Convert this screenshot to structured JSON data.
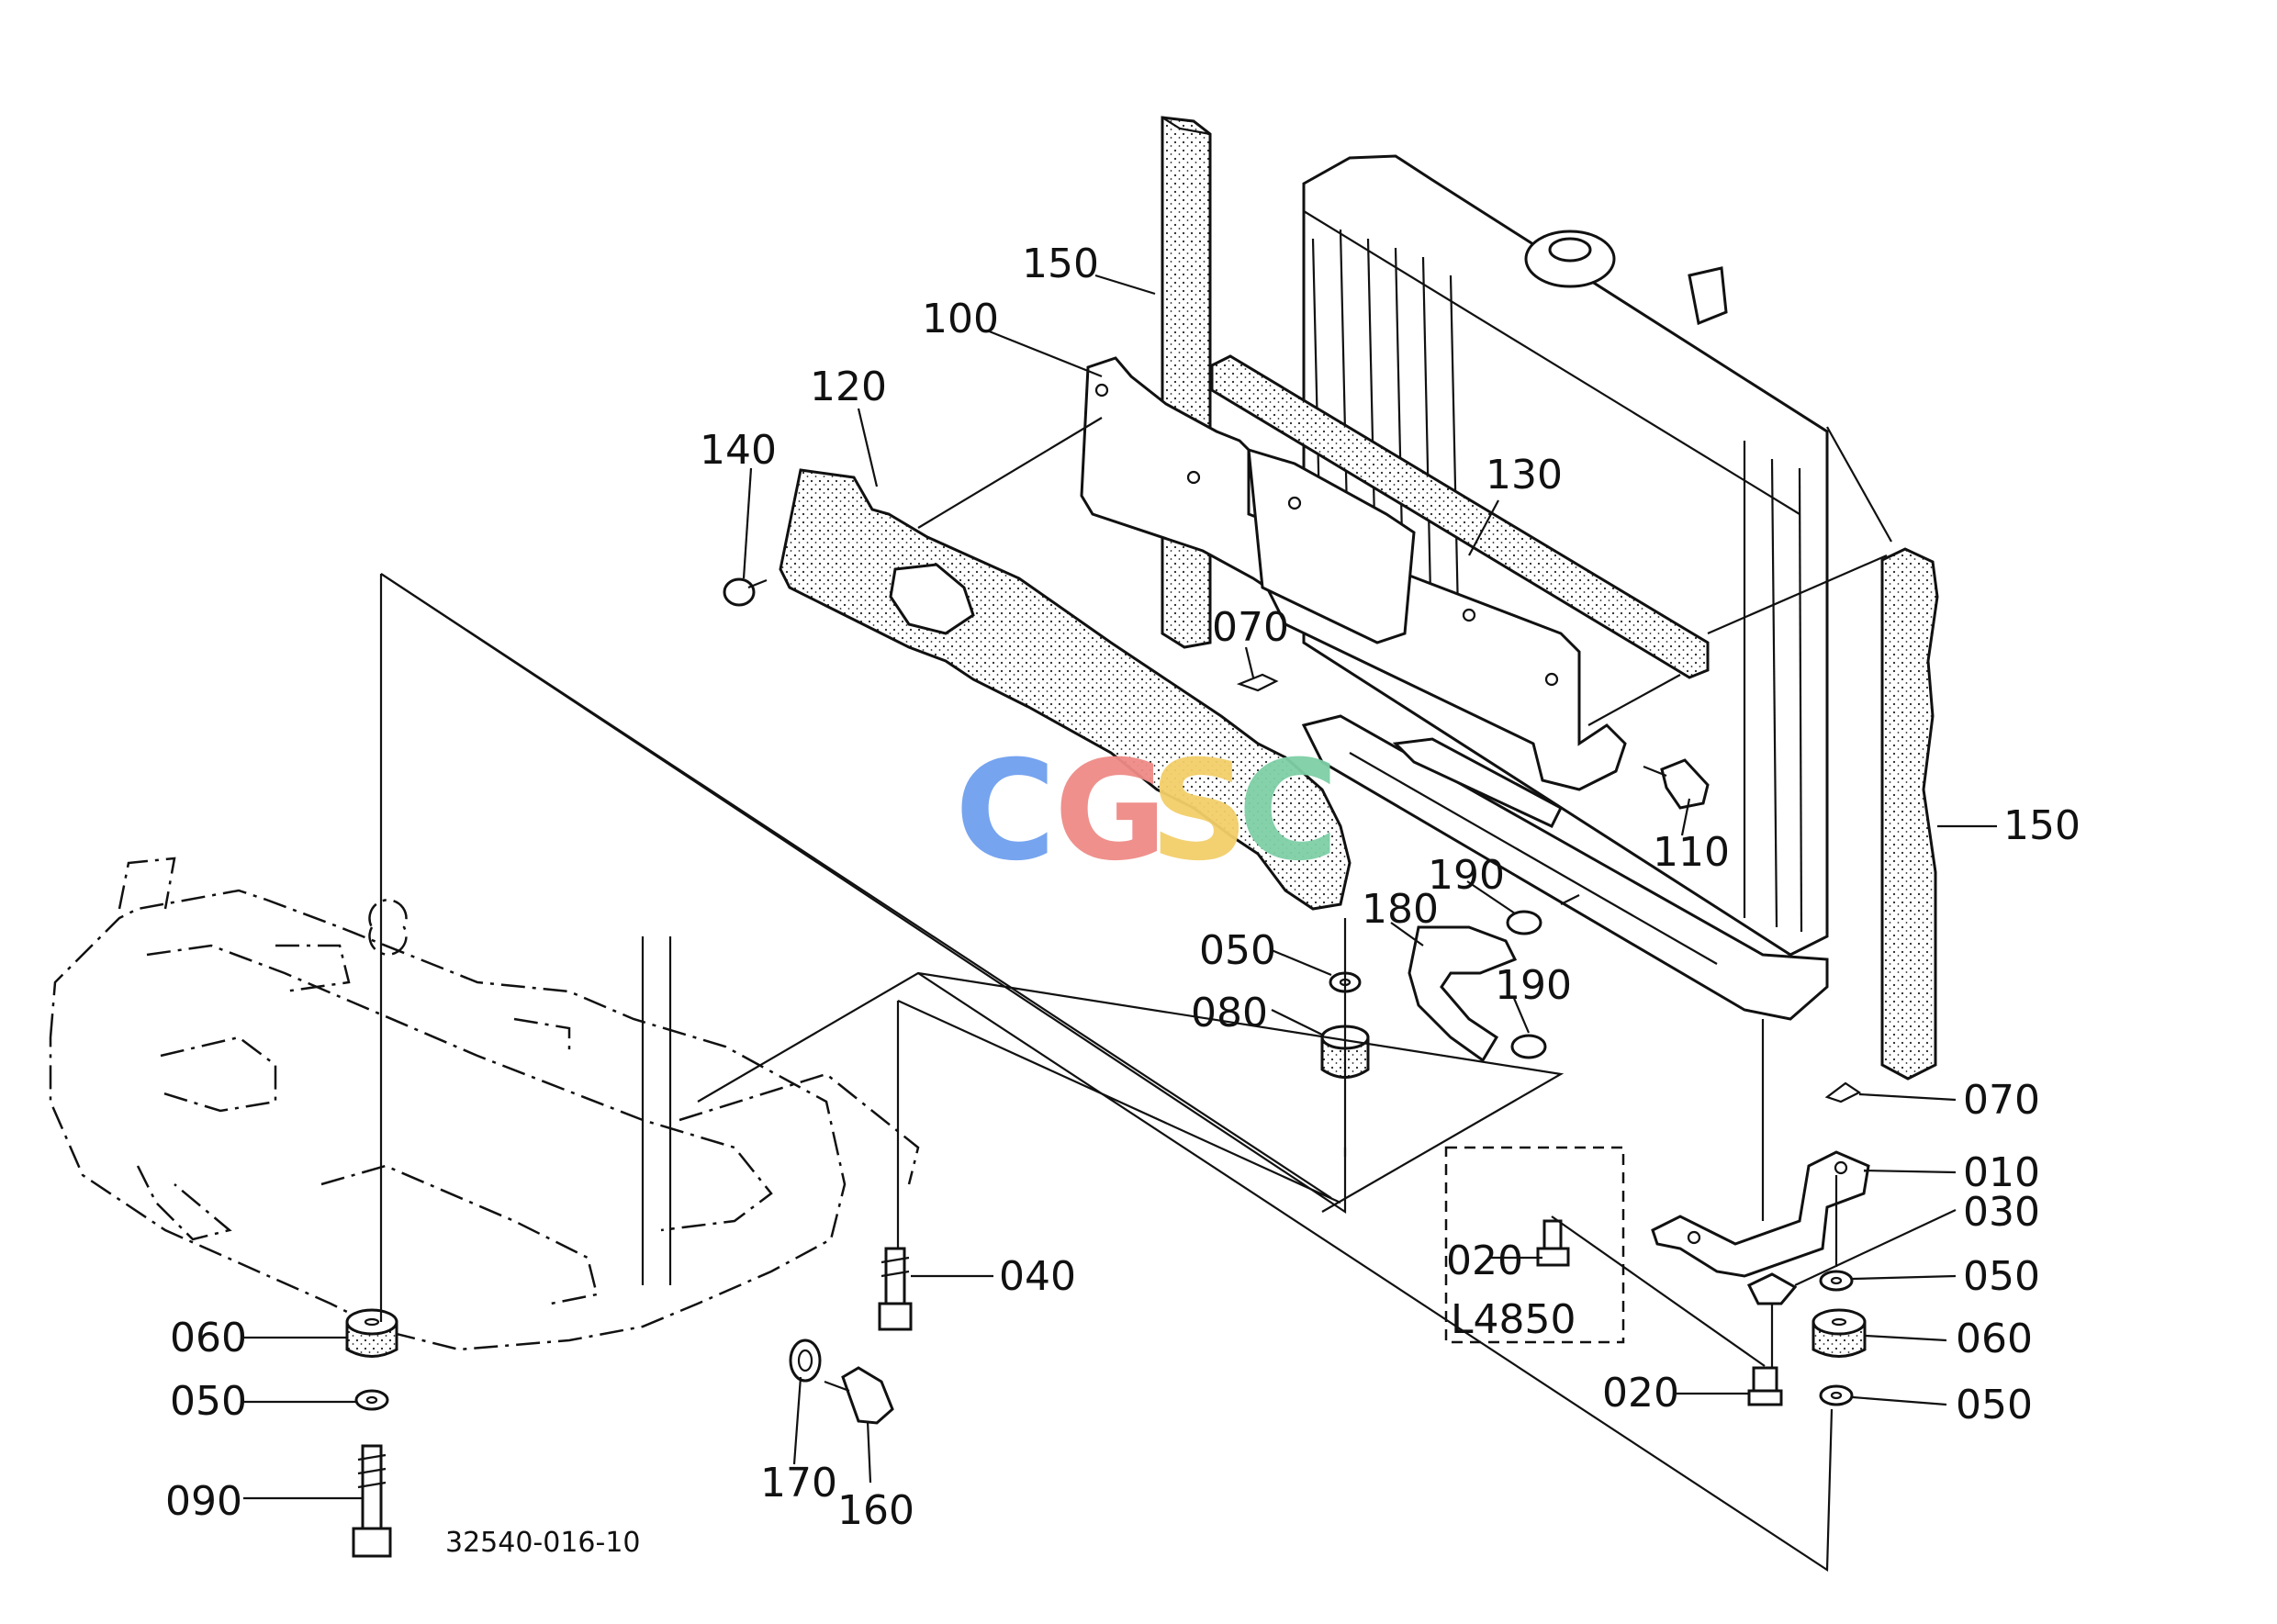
{
  "diagram": {
    "drawing_number": "32540-016-10",
    "box_label": "L4850",
    "watermark": {
      "letters": [
        "C",
        "G",
        "S",
        "C"
      ],
      "colors": [
        "#6fa0ef",
        "#ef8b86",
        "#f3cf6a",
        "#7ecfa6"
      ]
    },
    "callouts": {
      "c150_top": "150",
      "c100": "100",
      "c120": "120",
      "c140": "140",
      "c130": "130",
      "c070_top": "070",
      "c110": "110",
      "c150_right": "150",
      "c190_a": "190",
      "c180": "180",
      "c190_b": "190",
      "c050_mid": "050",
      "c080": "080",
      "c070_right": "070",
      "c010": "010",
      "c030": "030",
      "c040": "040",
      "c020_box": "020",
      "c050_r1": "050",
      "c060_right": "060",
      "c020_bottom": "020",
      "c050_r2": "050",
      "c060_left": "060",
      "c050_left": "050",
      "c090": "090",
      "c170": "170",
      "c160": "160"
    }
  }
}
